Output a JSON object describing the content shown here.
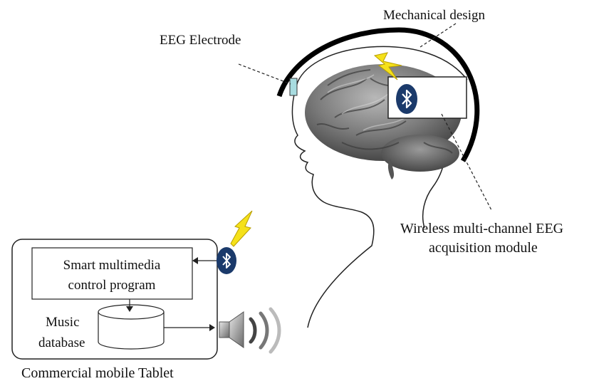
{
  "labels": {
    "mechanical_design": "Mechanical design",
    "eeg_electrode": "EEG Electrode",
    "wireless_line1": "Wireless multi-channel EEG",
    "wireless_line2": "acquisition module",
    "smart_line1": "Smart multimedia",
    "smart_line2": "control program",
    "music_line1": "Music",
    "music_line2": "database",
    "tablet": "Commercial mobile Tablet"
  },
  "icons": {
    "bluetooth_head": "bluetooth-icon",
    "bluetooth_tablet": "bluetooth-icon",
    "lightning": "lightning-icon",
    "speaker": "speaker-icon",
    "brain": "brain-icon"
  },
  "colors": {
    "bluetooth_bg": "#1b3a6b",
    "lightning": "#f5e11a",
    "electrode": "#a8dce0",
    "brain": "#7a7a7a",
    "headband": "#000000"
  }
}
